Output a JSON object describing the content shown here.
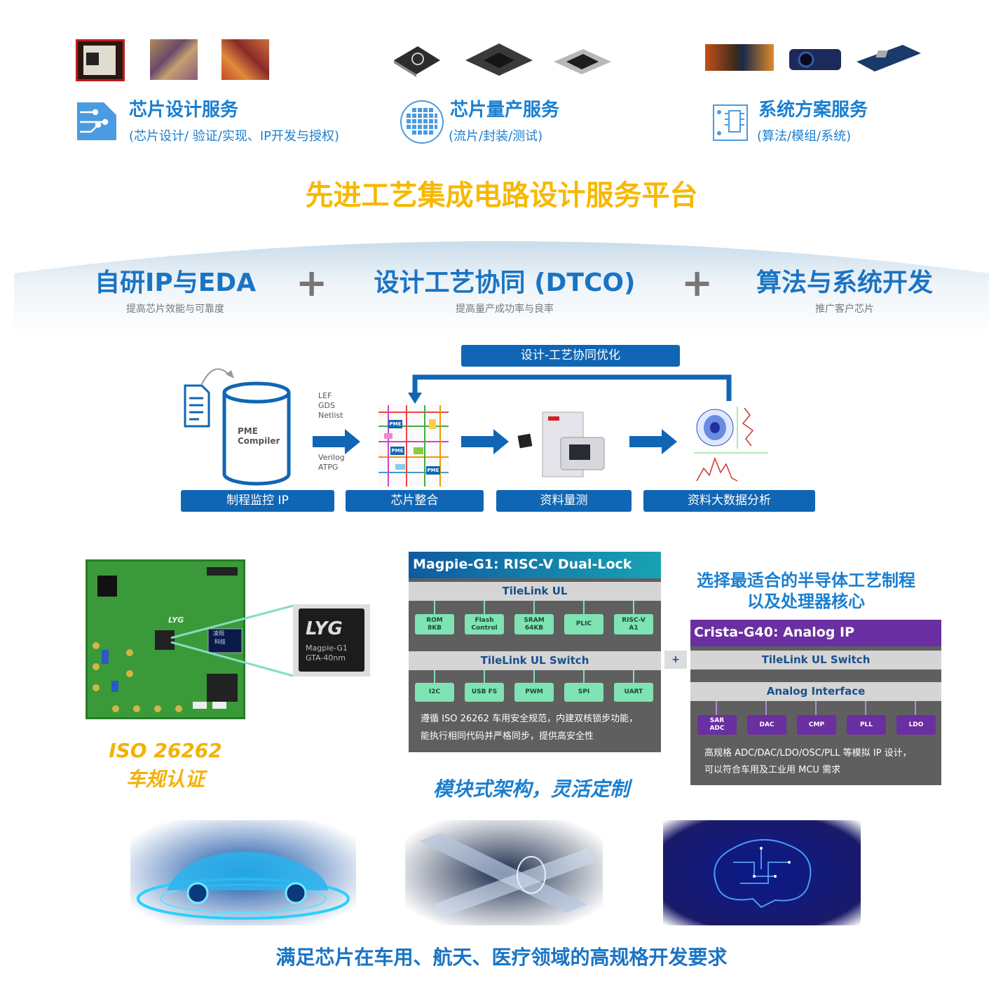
{
  "colors": {
    "accent_blue": "#1a7fd0",
    "title_yellow": "#f7b800",
    "bar_blue": "#1066b4",
    "purple": "#6a2fa0"
  },
  "services": [
    {
      "title": "芯片设计服务",
      "subtitle": "(芯片设计/ 验证/实现、IP开发与授权)",
      "icon": "circuit-board-icon"
    },
    {
      "title": "芯片量产服务",
      "subtitle": "(流片/封装/测试)",
      "icon": "wafer-icon"
    },
    {
      "title": "系统方案服务",
      "subtitle": "(算法/模组/系统)",
      "icon": "pcb-module-icon"
    }
  ],
  "main_title": "先进工艺集成电路设计服务平台",
  "pillars": [
    {
      "title": "自研IP与EDA",
      "subtitle": "提高芯片效能与可靠度"
    },
    {
      "title": "设计工艺协同 (DTCO)",
      "subtitle": "提高量产成功率与良率"
    },
    {
      "title": "算法与系统开发",
      "subtitle": "推广客户芯片"
    }
  ],
  "plus": "+",
  "flow": {
    "loop_label": "设计-工艺协同优化",
    "compiler": [
      "PME",
      "Compiler"
    ],
    "top_io": [
      "LEF",
      "GDS",
      "Netlist"
    ],
    "bottom_io": [
      "Verilog",
      "ATPG"
    ],
    "pme_tag": "PME",
    "stages": [
      "制程监控  IP",
      "芯片整合",
      "资料量测",
      "资料大数据分析"
    ]
  },
  "board": {
    "chip_brand": "LYG",
    "chip_name": "Magpie-G1",
    "chip_process": "GTA-40nm",
    "silk": "LYG",
    "oled_text": [
      "凌阳",
      "科技"
    ]
  },
  "iso": {
    "line1": "ISO 26262",
    "line2": "车规认证"
  },
  "cpu": {
    "title": "Magpie-G1: RISC-V Dual-Lock CPU",
    "bus1": "TileLink UL",
    "row1": [
      "ROM\n8KB",
      "Flash\nControl",
      "SRAM\n64KB",
      "PLIC",
      "RISC-V\nA1"
    ],
    "bus2": "TileLink UL Switch",
    "row2": [
      "I2C",
      "USB FS",
      "PWM",
      "SPI",
      "UART"
    ],
    "note": [
      "遵循 ISO 26262 车用安全规范，内建双核锁步功能，",
      "能执行相同代码并严格同步，提供高安全性"
    ]
  },
  "select_text": [
    "选择最适合的半导体工艺制程",
    "以及处理器核心"
  ],
  "analog": {
    "title": "Crista-G40:  Analog IP",
    "bus1": "TileLink UL Switch",
    "bus2": "Analog Interface",
    "row": [
      "SAR\nADC",
      "DAC",
      "CMP",
      "PLL",
      "LDO"
    ],
    "note": [
      "高规格 ADC/DAC/LDO/OSC/PLL 等模拟 IP 设计，",
      "可以符合车用及工业用 MCU 需求"
    ]
  },
  "modular": "模块式架构，灵活定制",
  "footer": "满足芯片在车用、航天、医疗领域的高规格开发要求"
}
